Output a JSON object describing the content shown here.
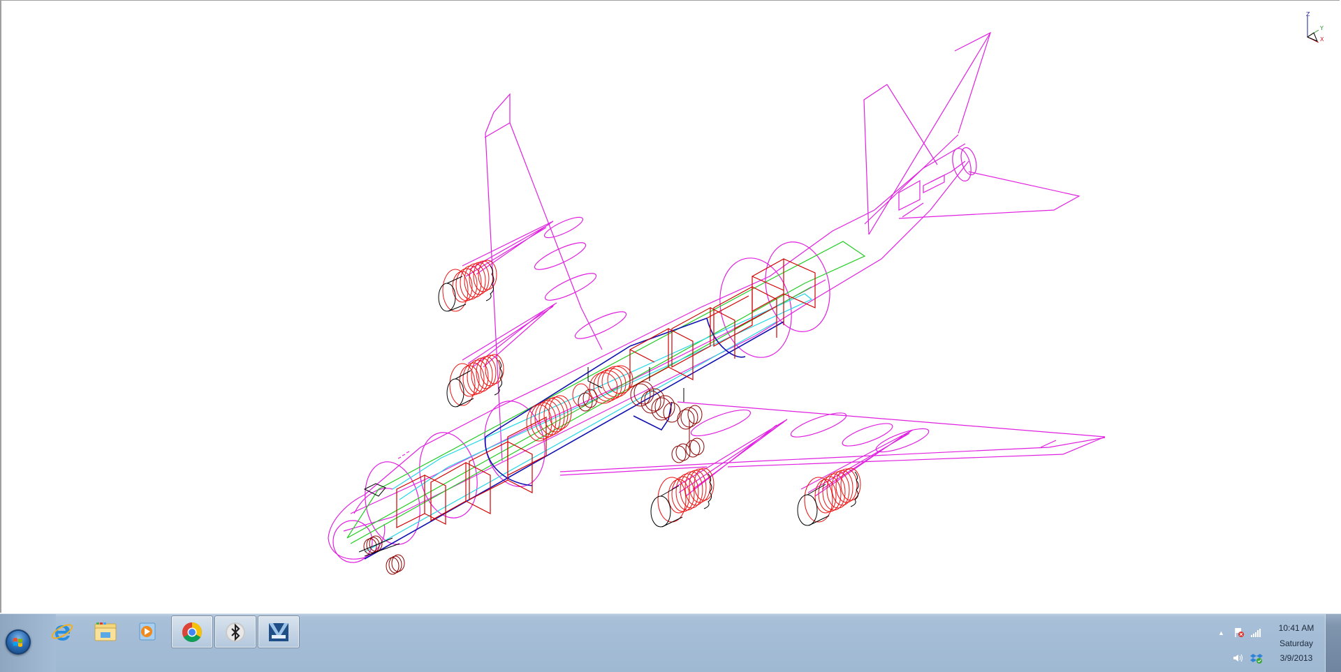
{
  "viewport": {
    "background": "#ffffff",
    "model": "Boeing 747-style aircraft wireframe",
    "colors": {
      "airframe": "#e020e0",
      "structure": "#d00000",
      "landing_gear": "#8b0000",
      "floor_beam": "#22cc22",
      "cabin_floor": "#22d6e6",
      "keel": "#1010b0",
      "engine_inlet": "#000000"
    },
    "axis_triad": {
      "labels": {
        "z": "Z",
        "y": "Y",
        "x": "X"
      },
      "colors": {
        "z": "#1a1aa0",
        "y": "#2a9a2a",
        "x": "#cc2020"
      }
    }
  },
  "taskbar": {
    "start_button": {
      "icon": "windows-start-orb"
    },
    "pinned": [
      {
        "name": "internet-explorer",
        "icon": "ie-icon",
        "active": false
      },
      {
        "name": "windows-explorer",
        "icon": "folder-icon",
        "active": false
      },
      {
        "name": "windows-media-player",
        "icon": "media-player-icon",
        "active": false
      },
      {
        "name": "google-chrome",
        "icon": "chrome-icon",
        "active": true
      },
      {
        "name": "bluetooth",
        "icon": "bluetooth-icon",
        "active": true
      },
      {
        "name": "cad-application",
        "icon": "cad-app-icon",
        "active": true
      }
    ],
    "tray": {
      "show_hidden": "▲",
      "icons": [
        "action-center-flag-icon",
        "network-signal-icon",
        "volume-icon",
        "dropbox-icon"
      ]
    },
    "clock": {
      "time": "10:41 AM",
      "day": "Saturday",
      "date": "3/9/2013"
    }
  }
}
